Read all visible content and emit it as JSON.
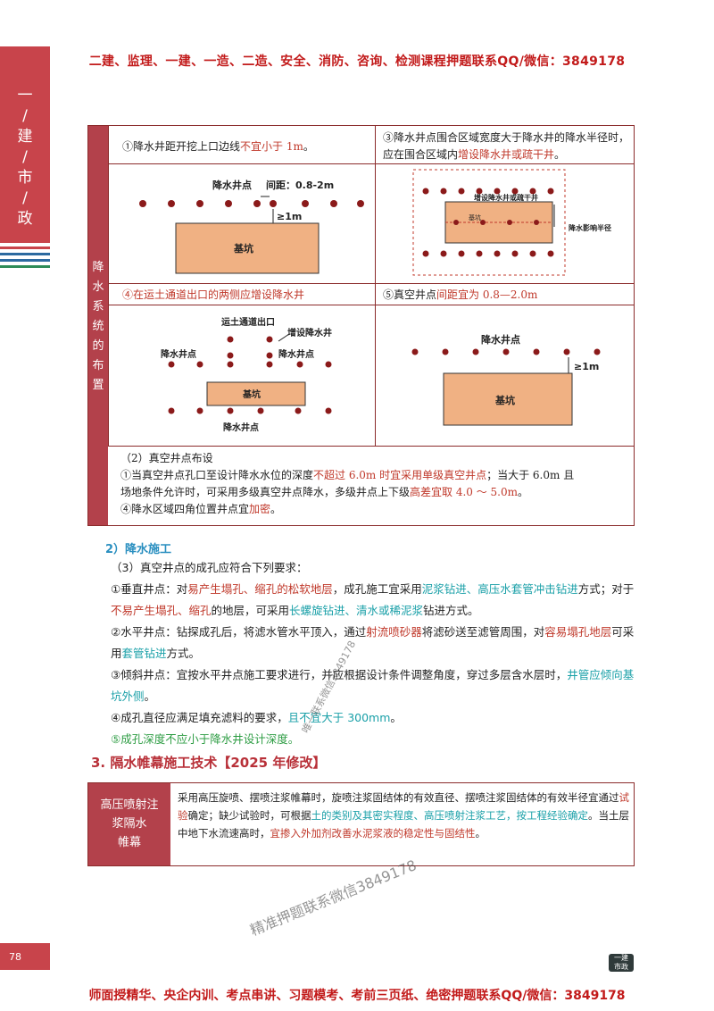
{
  "banners": {
    "top": "二建、监理、一建、一造、二造、安全、消防、咨询、检测课程押题联系QQ/微信：3849178",
    "bottom": "师面授精华、央企内训、考点串讲、习题模考、考前三页纸、绝密押题联系QQ/微信：3849178"
  },
  "side_tab": {
    "chars": [
      "一",
      "/",
      "建",
      "/",
      "市",
      "/",
      "政"
    ]
  },
  "page_number": "78",
  "corner_logo": {
    "line1": "一建",
    "line2": "市政"
  },
  "layout_section": {
    "side_label_chars": [
      "降",
      "水",
      "系",
      "统",
      "的",
      "布",
      "置"
    ],
    "cell1": {
      "text_a": "①降水井距开挖上口边线",
      "text_b": "不宜小于 1m",
      "text_c": "。"
    },
    "cell2": {
      "text_a": "③降水井点围合区域宽度大于降水井的降水半径时，应在围合区域内",
      "text_b": "增设降水井或疏干井",
      "text_c": "。"
    },
    "cell3": {
      "text": "④在运土通道出口的两侧应增设降水井"
    },
    "cell4": {
      "text_a": "⑤真空井点",
      "text_b": "间距宜为 0.8—2.0m"
    },
    "diag1": {
      "label_points": "降水井点",
      "label_spacing": "间距：0.8-2m",
      "label_dist": "≥1m",
      "label_pit": "基坑"
    },
    "diag2": {
      "label_added": "增设降水井或疏干井",
      "label_pit": "基坑",
      "label_radius": "降水影响半径"
    },
    "diag3": {
      "label_exit": "运土通道出口",
      "label_added": "增设降水井",
      "label_points_left": "降水井点",
      "label_points_right": "降水井点",
      "label_pit": "基坑",
      "label_points_bottom": "降水井点"
    },
    "diag4": {
      "label_points": "降水井点",
      "label_dist": "≥1m",
      "label_pit": "基坑"
    },
    "vacuum": {
      "title": "（2）真空井点布设",
      "line1_a": "①当真空井点孔口至设计降水水位的深度",
      "line1_b": "不超过 6.0m 时宜采用单级真空井点",
      "line1_c": "；当大于 6.0m 且",
      "line2_a": "场地条件允许时，可采用多级真空井点降水，多级井点上下级",
      "line2_b": "高差宜取 4.0 ～ 5.0m",
      "line2_c": "。",
      "line3_a": "④降水区域四角位置井点宜",
      "line3_b": "加密",
      "line3_c": "。"
    }
  },
  "construction": {
    "heading": "2）降水施工",
    "intro": "（3）真空井点的成孔应符合下列要求：",
    "p1_a": "①垂直井点：对",
    "p1_b": "易产生塌孔、缩孔的松软地层",
    "p1_c": "，成孔施工宜采用",
    "p1_d": "泥浆钻进、高压水套管冲击钻进",
    "p1_e": "方式；对于",
    "p1_f": "不易产生塌孔、缩孔",
    "p1_g": "的地层，可采用",
    "p1_h": "长螺旋钻进、清水或稀泥浆",
    "p1_i": "钻进方式。",
    "p2_a": "②水平井点：钻探成孔后，将滤水管水平顶入，通过",
    "p2_b": "射流喷砂器",
    "p2_c": "将滤砂送至滤管周围，对",
    "p2_d": "容易塌孔地层",
    "p2_e": "可采用",
    "p2_f": "套管钻进",
    "p2_g": "方式。",
    "p3_a": "③倾斜井点：宜按水平井点施工要求进行，并应根据设计条件调整角度，穿过多层含水层时，",
    "p3_b": "井管应倾向基坑外侧",
    "p3_c": "。",
    "p4_a": "④成孔直径应满足填充滤料的要求，",
    "p4_b": "且不宜大于 300mm",
    "p4_c": "。",
    "p5": "⑤成孔深度不应小于降水井设计深度。"
  },
  "curtain": {
    "heading": "3. 隔水帷幕施工技术【2025 年修改】",
    "label_chars": [
      "高压喷射注",
      "浆隔水",
      "帷幕"
    ],
    "text_a": "采用高压旋喷、摆喷注浆帷幕时，旋喷注浆固结体的有效直径、摆喷注浆固结体的有效半径宜通过",
    "text_b": "试验",
    "text_c": "确定；缺少试验时，可根据",
    "text_d": "土的类别及其密实程度、高压喷射注浆工艺，按工程经验确定",
    "text_e": "。当土层中地下水流速高时，",
    "text_f": "宜掺入外加剂改善水泥浆液的稳定性与固结性",
    "text_g": "。"
  },
  "watermarks": {
    "wm1": "唯一联系微信3849178",
    "wm2": "精准押题联系微信3849178"
  },
  "colors": {
    "brand_red": "#c8444b",
    "border": "#8b2b2b",
    "highlight_red": "#c0392b",
    "highlight_cyan": "#1aa0a8",
    "highlight_green": "#2e9d44",
    "heading_blue": "#2a8fc0",
    "pit_fill": "#f0b183",
    "dot": "#8b1a1a"
  }
}
